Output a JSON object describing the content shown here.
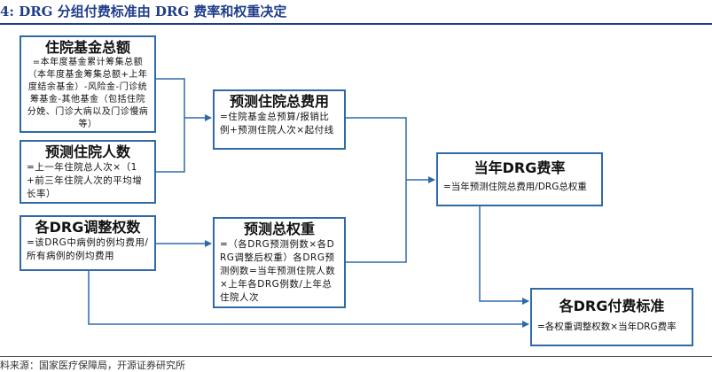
{
  "figure_title": "4: DRG 分组付费标准由 DRG 费率和权重决定",
  "source": "料来源：国家医疗保障局，开源证券研究所",
  "boxes": {
    "fund": {
      "title": "住院基金总额",
      "text": "=本年度基金累计筹集总额（本年度基金筹集总额+上年度结余基金）-风险金-门诊统筹基金-其他基金（包括住院分娩、门诊大病以及门诊慢病等）"
    },
    "admissions": {
      "title": "预测住院人数",
      "text": "=上一年住院总人次×（1+前三年住院人次的平均增长率）"
    },
    "total_cost": {
      "title": "预测住院总费用",
      "text": "=住院基金总预算/报销比例+预测住院人次×起付线"
    },
    "weight": {
      "title": "各DRG调整权数",
      "text": "=该DRG中病例的例均费用/所有病例的例均费用"
    },
    "total_weight": {
      "title": "预测总权重",
      "text": "=（各DRG预测例数×各DRG调整后权重）各DRG预测例数=当年预测住院人数×上年各DRG例数/上年总住院人次"
    },
    "rate": {
      "title": "当年DRG费率",
      "text": "=当年预测住院总费用/DRG总权重"
    },
    "standard": {
      "title": "各DRG付费标准",
      "text": "=各权重调整权数×当年DRG费率"
    }
  },
  "colors": {
    "border": "#2e6aa8",
    "arrow": "#2e6aa8",
    "title": "#1f3d8a"
  }
}
